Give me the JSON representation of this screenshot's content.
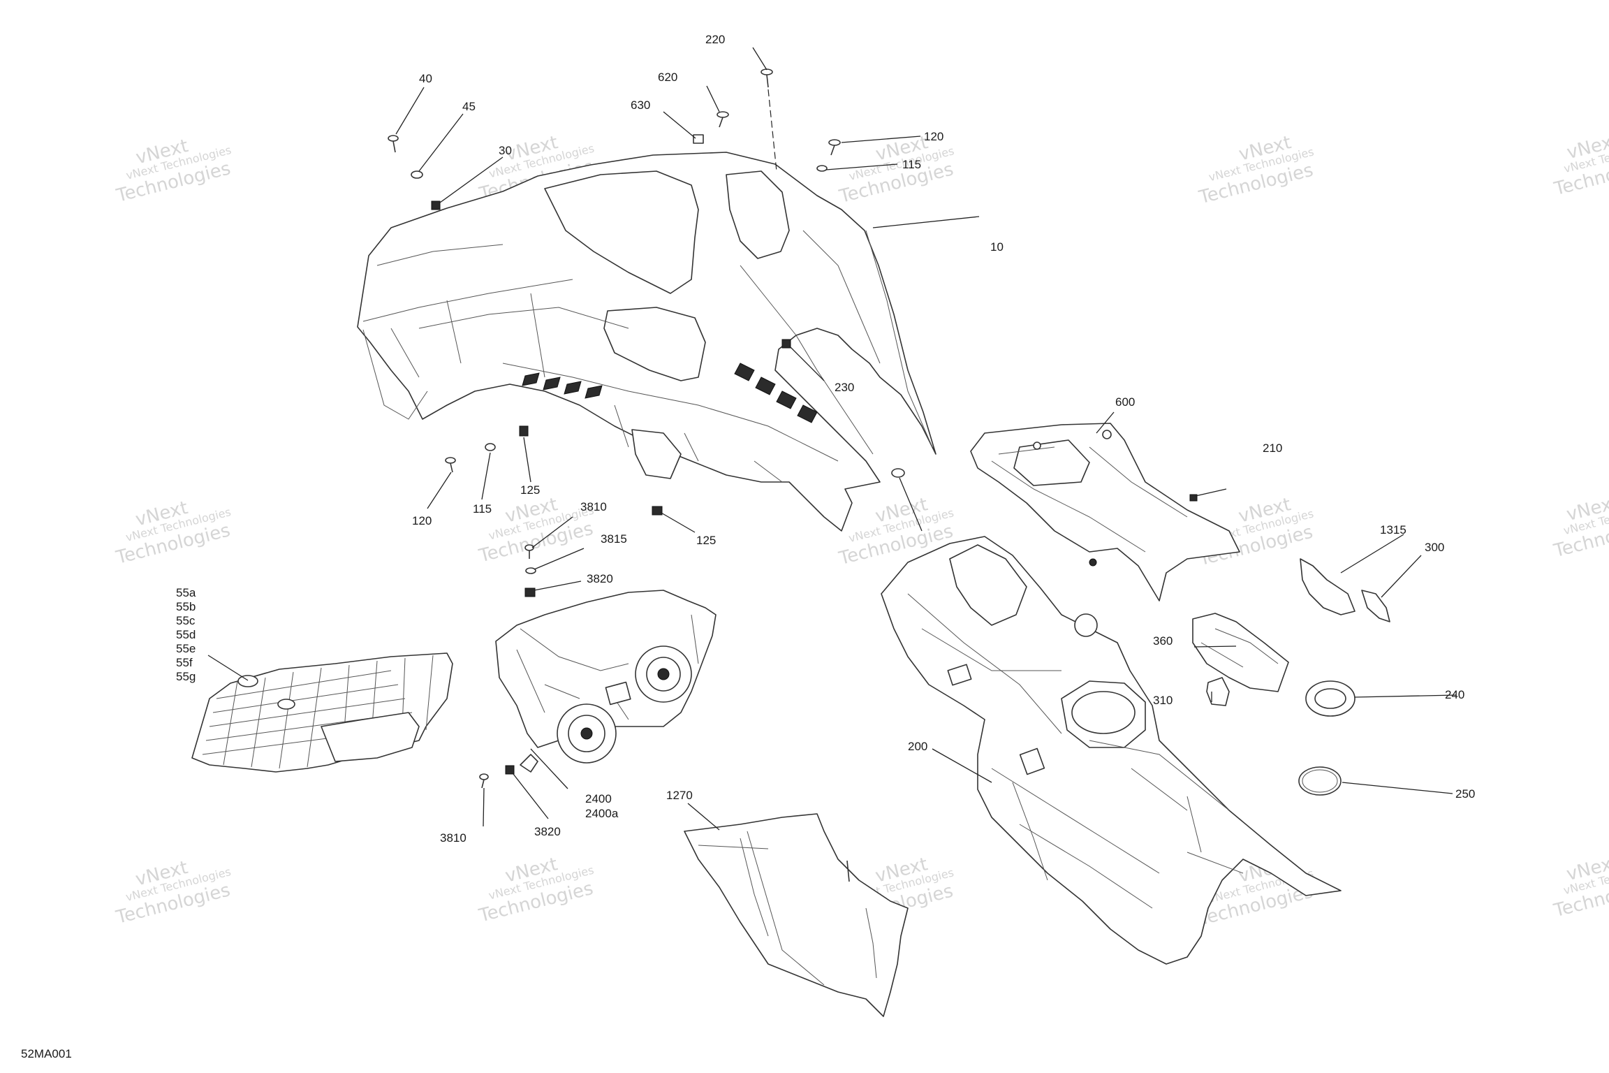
{
  "diagram_ref": "52MA001",
  "watermark": {
    "line1": "vNext Technologies",
    "line2": "vNext",
    "line3": "Technologies"
  },
  "callouts": {
    "c10": "10",
    "c30": "30",
    "c40": "40",
    "c45": "45",
    "c55": [
      "55a",
      "55b",
      "55c",
      "55d",
      "55e",
      "55f",
      "55g"
    ],
    "c115a": "115",
    "c115b": "115",
    "c120a": "120",
    "c120b": "120",
    "c125a": "125",
    "c125b": "125",
    "c200": "200",
    "c210": "210",
    "c220": "220",
    "c230": "230",
    "c240": "240",
    "c250": "250",
    "c300": "300",
    "c310": "310",
    "c360": "360",
    "c600": "600",
    "c620": "620",
    "c630": "630",
    "c1270": "1270",
    "c1315": "1315",
    "c2400": "2400",
    "c2400a": "2400a",
    "c3810a": "3810",
    "c3810b": "3810",
    "c3815": "3815",
    "c3820a": "3820",
    "c3820b": "3820"
  }
}
